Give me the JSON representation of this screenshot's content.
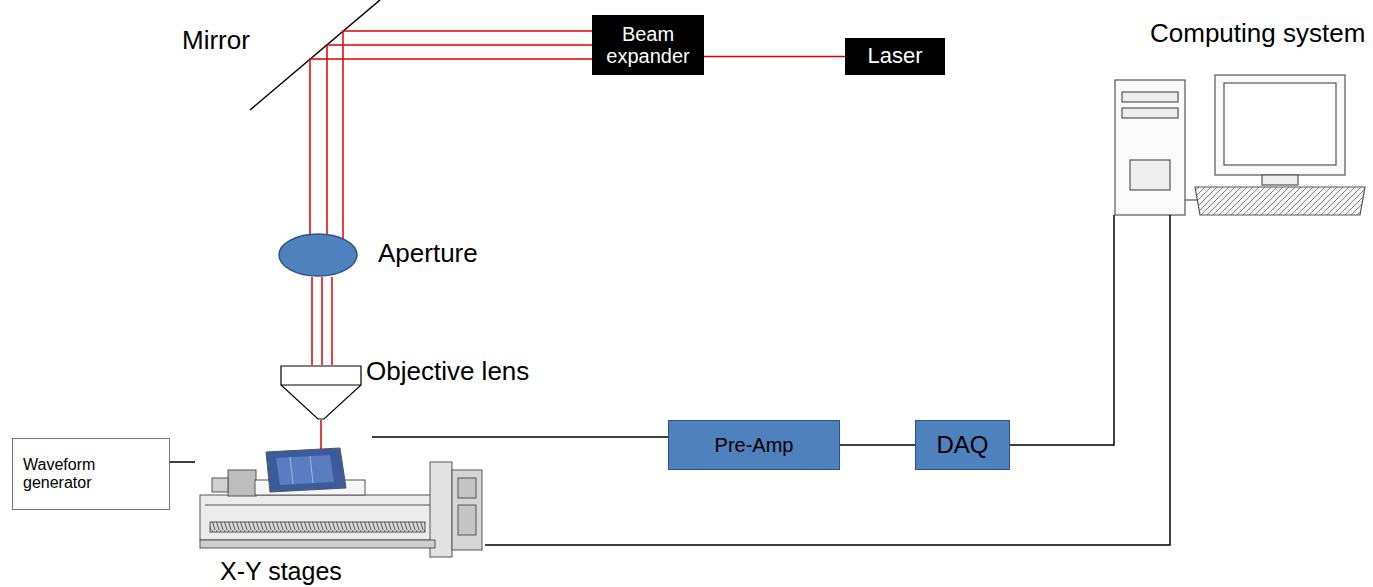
{
  "diagram": {
    "nodes": [
      {
        "text": [
          "Beam expander"
        ]
      },
      {
        "text": [
          "Laser"
        ]
      },
      {
        "text": [
          "Computing system"
        ]
      },
      {
        "text": [
          "Aperture"
        ]
      },
      {
        "text": [
          "Objective lens"
        ]
      },
      {
        "text": [
          "Waveform generator"
        ]
      },
      {
        "text": [
          "Pre-Amp"
        ]
      },
      {
        "text": [
          "DAQ"
        ]
      },
      {
        "text": [
          "X-Y stages"
        ]
      }
    ],
    "edges": [
      {
        "from": 1,
        "to": 0,
        "arrow": "none"
      },
      {
        "from": 0,
        "to": 3,
        "arrow": "none"
      },
      {
        "from": 3,
        "to": 4,
        "arrow": "none"
      },
      {
        "from": 4,
        "to": 8,
        "arrow": "none"
      },
      {
        "from": 5,
        "to": 8,
        "arrow": "none"
      },
      {
        "from": 8,
        "to": 6,
        "arrow": "none"
      },
      {
        "from": 6,
        "to": 7,
        "arrow": "none"
      },
      {
        "from": 7,
        "to": 2,
        "arrow": "none"
      },
      {
        "from": 2,
        "to": 8,
        "arrow": "none"
      }
    ],
    "labels": [
      "Mirror"
    ]
  }
}
